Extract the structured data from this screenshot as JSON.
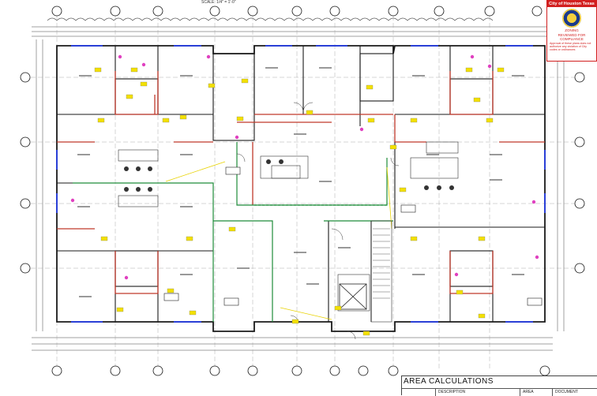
{
  "stamp": {
    "title": "City of Houston Texas",
    "line1": "ZONING",
    "line2": "REVIEWED FOR COMPLIANCE",
    "note": "Approval of these plans does not authorize any violation of City codes or ordinances"
  },
  "area_calc": {
    "title": "AREA CALCULATIONS",
    "col_description": "DESCRIPTION",
    "col_area": "AREA",
    "col_document": "DOCUMENT"
  },
  "sheet": {
    "scale": "SCALE: 1/4\" = 1'-0\""
  },
  "grid_bubbles": {
    "top": [
      "",
      "",
      "",
      "",
      "",
      "",
      "",
      "",
      "",
      "",
      "",
      "",
      "",
      ""
    ],
    "left": [
      "",
      "",
      "",
      "",
      ""
    ],
    "right": [
      "",
      "",
      "",
      "",
      ""
    ]
  },
  "colors": {
    "wall": "#1a1a1a",
    "fire_wall": "#c0392b",
    "accessible": "#1e8c3a",
    "tag": "#f3e000",
    "marker": "#e040c0",
    "opening": "#2a3fd6"
  }
}
